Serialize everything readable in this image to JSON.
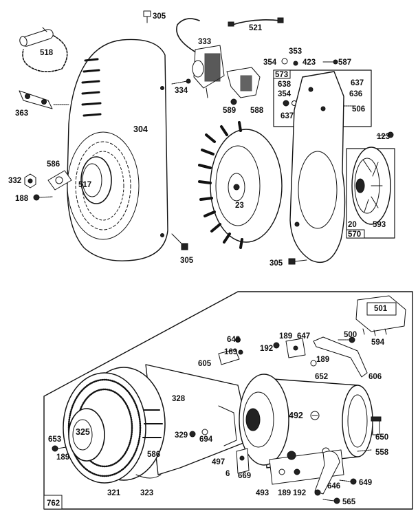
{
  "labels": {
    "p305a": "305",
    "p521": "521",
    "p518": "518",
    "p333": "333",
    "p353": "353",
    "p354a": "354",
    "p423": "423",
    "p587": "587",
    "p573": "573",
    "p638": "638",
    "p354b": "354",
    "p637a": "637",
    "p637b": "637",
    "p636": "636",
    "p506": "506",
    "p334": "334",
    "p363": "363",
    "p304": "304",
    "p589": "589",
    "p588": "588",
    "p123": "123",
    "p586a": "586",
    "p332": "332",
    "p517": "517",
    "p188": "188",
    "p23": "23",
    "p20": "20",
    "p593": "593",
    "p570": "570",
    "p305b": "305",
    "p305c": "305",
    "p501": "501",
    "p648": "648",
    "p189a": "189",
    "p647": "647",
    "p500": "500",
    "p594": "594",
    "p169": "169",
    "p192a": "192",
    "p605": "605",
    "p189b": "189",
    "p652": "652",
    "p606": "606",
    "p328": "328",
    "p492": "492",
    "p325": "325",
    "p329": "329",
    "p694": "694",
    "p650": "650",
    "p653": "653",
    "p189c": "189",
    "p586b": "586",
    "p558": "558",
    "p497": "497",
    "p6": "6",
    "p669": "669",
    "p649": "649",
    "p321": "321",
    "p323": "323",
    "p493": "493",
    "p189d": "189",
    "p192b": "192",
    "p646": "646",
    "p565": "565",
    "p762": "762"
  }
}
